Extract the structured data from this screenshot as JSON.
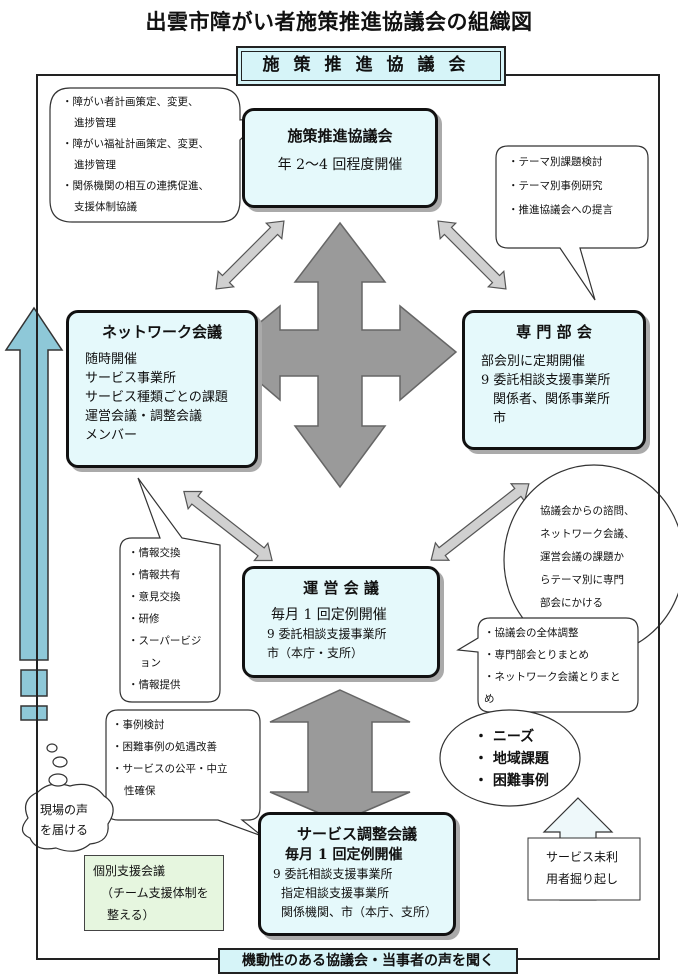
{
  "title": "出雲市障がい者施策推進協議会の組織図",
  "top_banner": "施策推進協議会",
  "bottom_banner": "機動性のある協議会・当事者の声を聞く",
  "nodes": {
    "shisaku": {
      "title": "施策推進協議会",
      "line1": "年 2～4 回程度開催"
    },
    "network": {
      "title": "ネットワーク会議",
      "lines": [
        "随時開催",
        "サービス事業所",
        "サービス種類ごとの課題",
        "運営会議・調整会議",
        "メンバー"
      ]
    },
    "senmon": {
      "title": "専 門 部 会",
      "lines": [
        "部会別に定期開催",
        "9 委託相談支援事業所",
        "関係者、関係事業所",
        "市"
      ]
    },
    "unei": {
      "title": "運 営 会 議",
      "line1": "毎月 1 回定例開催",
      "lines": [
        "9 委託相談支援事業所",
        "市（本庁・支所）"
      ]
    },
    "service": {
      "title": "サービス調整会議",
      "line1": "毎月 1 回定例開催",
      "lines": [
        "9 委託相談支援事業所",
        "指定相談支援事業所",
        "関係機関、市（本庁、支所）"
      ]
    }
  },
  "bubbles": {
    "shisaku_role": [
      "・障がい者計画策定、変更、",
      "進捗管理",
      "・障がい福祉計画策定、変更、",
      "進捗管理",
      "・関係機関の相互の連携促進、",
      "支援体制協議"
    ],
    "senmon_role": [
      "・テーマ別課題検討",
      "・テーマ別事例研究",
      "・推進協議会への提言"
    ],
    "network_role": [
      "・情報交換",
      "・情報共有",
      "・意見交換",
      "・研修",
      "・スーパービジ",
      "ョン",
      "・情報提供"
    ],
    "consult": [
      "協議会からの諮問、",
      "ネットワーク会議、",
      "運営会議の課題か",
      "らテーマ別に専門",
      "部会にかける"
    ],
    "unei_role": [
      "・協議会の全体調整",
      "・専門部会とりまとめ",
      "・ネットワーク会議とりまと",
      "め"
    ],
    "service_role": [
      "・事例検討",
      "・困難事例の処遇改善",
      "・サービスの公平・中立",
      "性確保"
    ],
    "voice": [
      "現場の声",
      "を届ける"
    ],
    "needs": [
      "・ ニーズ",
      "・ 地域課題",
      "・ 困難事例"
    ]
  },
  "green_box": [
    "個別支援会議",
    "（チーム支援体制を",
    "整える）"
  ],
  "unused_note": [
    "サービス未利",
    "用者掘り起し"
  ]
}
